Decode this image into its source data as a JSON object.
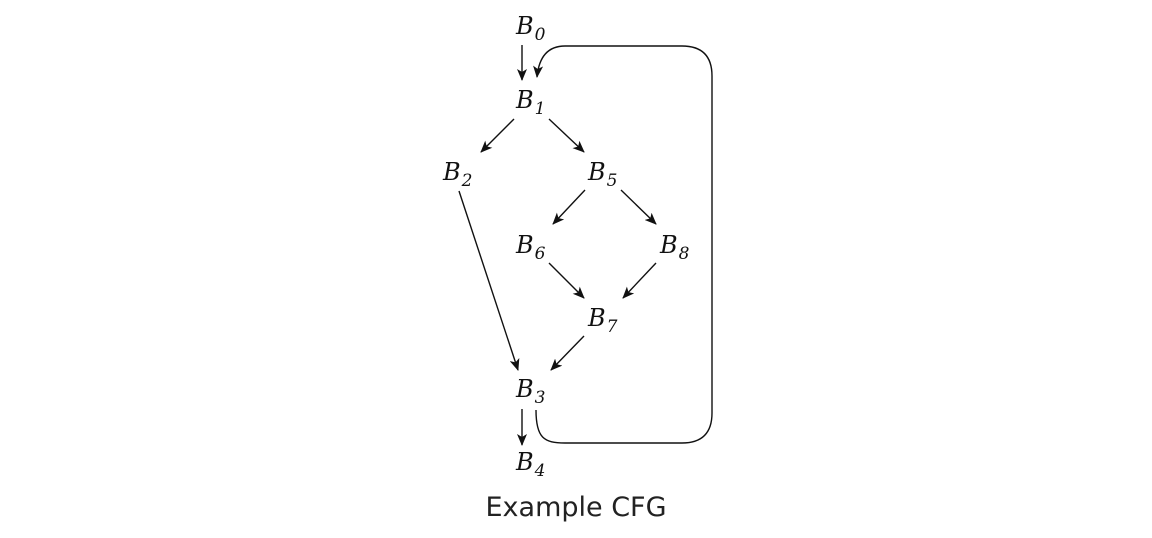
{
  "diagram": {
    "caption": "Example CFG",
    "nodes": [
      {
        "id": "B0",
        "base": "B",
        "sub": "0"
      },
      {
        "id": "B1",
        "base": "B",
        "sub": "1"
      },
      {
        "id": "B2",
        "base": "B",
        "sub": "2"
      },
      {
        "id": "B5",
        "base": "B",
        "sub": "5"
      },
      {
        "id": "B6",
        "base": "B",
        "sub": "6"
      },
      {
        "id": "B8",
        "base": "B",
        "sub": "8"
      },
      {
        "id": "B7",
        "base": "B",
        "sub": "7"
      },
      {
        "id": "B3",
        "base": "B",
        "sub": "3"
      },
      {
        "id": "B4",
        "base": "B",
        "sub": "4"
      }
    ],
    "edges": [
      {
        "from": "B0",
        "to": "B1"
      },
      {
        "from": "B1",
        "to": "B2"
      },
      {
        "from": "B1",
        "to": "B5"
      },
      {
        "from": "B5",
        "to": "B6"
      },
      {
        "from": "B5",
        "to": "B8"
      },
      {
        "from": "B6",
        "to": "B7"
      },
      {
        "from": "B8",
        "to": "B7"
      },
      {
        "from": "B7",
        "to": "B3"
      },
      {
        "from": "B2",
        "to": "B3"
      },
      {
        "from": "B3",
        "to": "B4"
      },
      {
        "from": "B3",
        "to": "B1",
        "kind": "back-edge"
      }
    ]
  }
}
